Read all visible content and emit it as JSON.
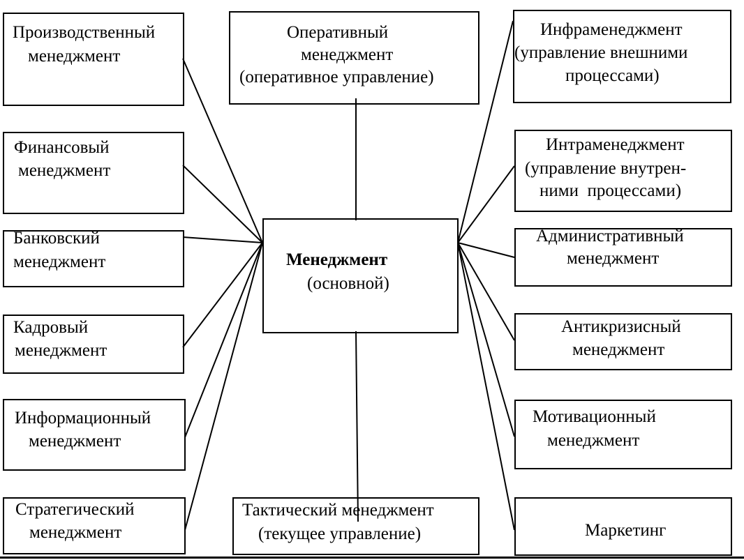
{
  "center": {
    "line1": "Менеджмент",
    "line2": "(основной)"
  },
  "top": {
    "line1": "Оперативный",
    "line2": "менеджмент",
    "line3": "(оперативное управление)"
  },
  "bottom": {
    "line1": "Тактический менеджмент",
    "line2": "(текущее управление)"
  },
  "left": [
    {
      "line1": "Производственный",
      "line2": "менеджмент"
    },
    {
      "line1": "Финансовый",
      "line2": "менеджмент"
    },
    {
      "line1": "Банковский",
      "line2": "менеджмент"
    },
    {
      "line1": "Кадровый",
      "line2": "менеджмент"
    },
    {
      "line1": "Информационный",
      "line2": "менеджмент"
    },
    {
      "line1": "Стратегический",
      "line2": "менеджмент"
    }
  ],
  "right": [
    {
      "line1": "Инфраменеджмент",
      "line2": "(управление внешними",
      "line3": "процессами)"
    },
    {
      "line1": "Интраменеджмент",
      "line2": "(управление внутрен-",
      "line3": "ними  процессами)"
    },
    {
      "line1": "Административный",
      "line2": "менеджмент"
    },
    {
      "line1": "Антикризисный",
      "line2": "менеджмент"
    },
    {
      "line1": "Мотивационный",
      "line2": "менеджмент"
    },
    {
      "line1": "Маркетинг"
    }
  ]
}
